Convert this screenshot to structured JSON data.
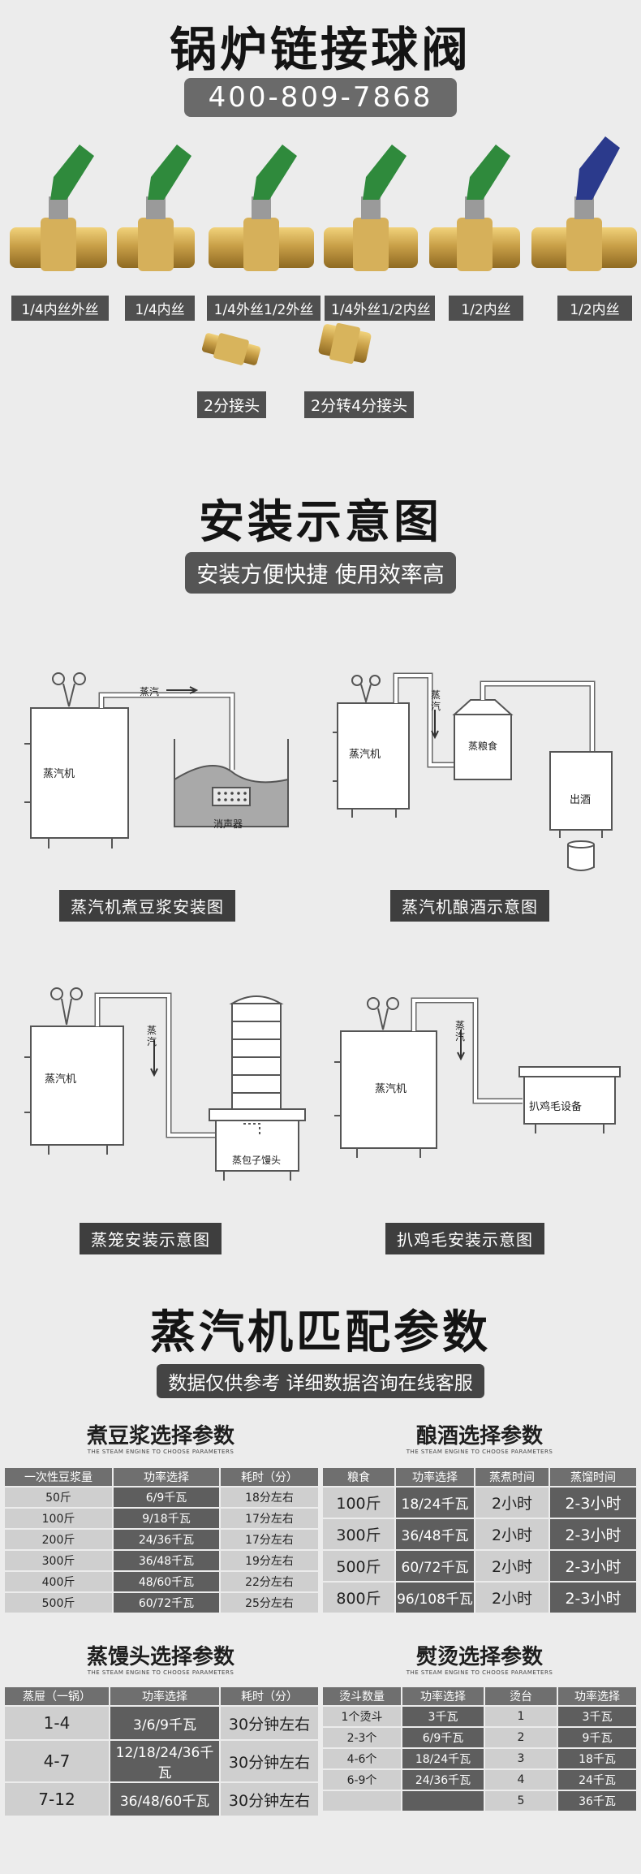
{
  "header": {
    "title": "锅炉链接球阀",
    "phone": "400-809-7868"
  },
  "valves": [
    {
      "label": "1/4内丝外丝",
      "color": "#2f8a3c"
    },
    {
      "label": "1/4内丝",
      "color": "#2f8a3c"
    },
    {
      "label": "1/4外丝1/2外丝",
      "color": "#2f8a3c"
    },
    {
      "label": "1/4外丝1/2内丝",
      "color": "#2f8a3c"
    },
    {
      "label": "1/2内丝",
      "color": "#2f8a3c"
    },
    {
      "label": "1/2内丝",
      "color": "#2b3a8c"
    }
  ],
  "fittings": [
    {
      "label": "2分接头"
    },
    {
      "label": "2分转4分接头"
    }
  ],
  "install": {
    "title": "安装示意图",
    "subtitle": "安装方便快捷 使用效率高"
  },
  "diagrams": {
    "soy": {
      "caption": "蒸汽机煮豆浆安装图",
      "machine": "蒸汽机",
      "steam": "蒸汽",
      "muffler": "消声器"
    },
    "wine": {
      "caption": "蒸汽机酿酒示意图",
      "machine": "蒸汽机",
      "steam": "蒸汽",
      "grain": "蒸粮食",
      "out": "出酒"
    },
    "bun": {
      "caption": "蒸笼安装示意图",
      "machine": "蒸汽机",
      "steam": "蒸汽",
      "steamer": "蒸包子馒头"
    },
    "chicken": {
      "caption": "扒鸡毛安装示意图",
      "machine": "蒸汽机",
      "steam": "蒸汽",
      "device": "扒鸡毛设备"
    }
  },
  "params": {
    "title": "蒸汽机匹配参数",
    "subtitle": "数据仅供参考 详细数据咨询在线客服"
  },
  "tables": {
    "subtitle": "THE STEAM ENGINE TO CHOOSE PARAMETERS",
    "soy": {
      "title": "煮豆浆选择参数",
      "headers": [
        "一次性豆浆量",
        "功率选择",
        "耗时（分）"
      ],
      "rows": [
        [
          "50斤",
          "6/9千瓦",
          "18分左右"
        ],
        [
          "100斤",
          "9/18千瓦",
          "17分左右"
        ],
        [
          "200斤",
          "24/36千瓦",
          "17分左右"
        ],
        [
          "300斤",
          "36/48千瓦",
          "19分左右"
        ],
        [
          "400斤",
          "48/60千瓦",
          "22分左右"
        ],
        [
          "500斤",
          "60/72千瓦",
          "25分左右"
        ]
      ]
    },
    "wine": {
      "title": "酿酒选择参数",
      "headers": [
        "粮食",
        "功率选择",
        "蒸煮时间",
        "蒸馏时间"
      ],
      "rows": [
        [
          "100斤",
          "18/24千瓦",
          "2小时",
          "2-3小时"
        ],
        [
          "300斤",
          "36/48千瓦",
          "2小时",
          "2-3小时"
        ],
        [
          "500斤",
          "60/72千瓦",
          "2小时",
          "2-3小时"
        ],
        [
          "800斤",
          "96/108千瓦",
          "2小时",
          "2-3小时"
        ]
      ]
    },
    "bun": {
      "title": "蒸馒头选择参数",
      "headers": [
        "蒸屉（一锅）",
        "功率选择",
        "耗时（分）"
      ],
      "rows": [
        [
          "1-4",
          "3/6/9千瓦",
          "30分钟左右"
        ],
        [
          "4-7",
          "12/18/24/36千瓦",
          "30分钟左右"
        ],
        [
          "7-12",
          "36/48/60千瓦",
          "30分钟左右"
        ]
      ]
    },
    "iron": {
      "title": "熨烫选择参数",
      "headers": [
        "烫斗数量",
        "功率选择",
        "烫台",
        "功率选择"
      ],
      "rows": [
        [
          "1个烫斗",
          "3千瓦",
          "1",
          "3千瓦"
        ],
        [
          "2-3个",
          "6/9千瓦",
          "2",
          "9千瓦"
        ],
        [
          "4-6个",
          "18/24千瓦",
          "3",
          "18千瓦"
        ],
        [
          "6-9个",
          "24/36千瓦",
          "4",
          "24千瓦"
        ],
        [
          "",
          "",
          "5",
          "36千瓦"
        ]
      ]
    }
  }
}
